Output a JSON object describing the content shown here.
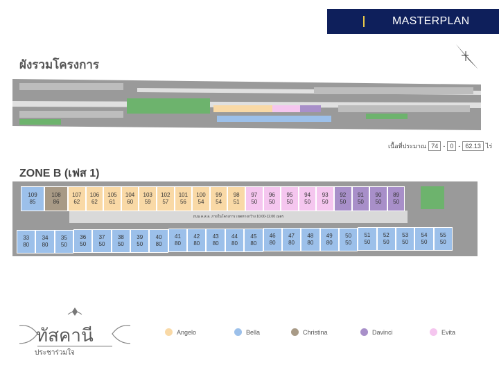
{
  "banner": {
    "title": "MASTERPLAN"
  },
  "overview_title": "ผังรวมโครงการ",
  "area": {
    "label": "เนื้อที่ประมาณ",
    "rai": "74",
    "ngan": "0",
    "wah": "62.13",
    "unit": "ไร่"
  },
  "zone_title": "ZONE B (เฟส 1)",
  "road_label": "ถนน ค.ส.ล. ภายในโครงการ เขตทางกว้าง 10.00-12.00 เมตร",
  "colors": {
    "Angelo": "#f9d9a6",
    "Bella": "#9cc0ea",
    "Christina": "#a89a86",
    "Davinci": "#a88fc9",
    "Evita": "#f5c6ef"
  },
  "top_lots": [
    {
      "no": "109",
      "size": "85",
      "type": "Bella"
    },
    {
      "no": "108",
      "size": "86",
      "type": "Christina"
    },
    {
      "no": "107",
      "size": "62",
      "type": "Angelo"
    },
    {
      "no": "106",
      "size": "62",
      "type": "Angelo"
    },
    {
      "no": "105",
      "size": "61",
      "type": "Angelo"
    },
    {
      "no": "104",
      "size": "60",
      "type": "Angelo"
    },
    {
      "no": "103",
      "size": "59",
      "type": "Angelo"
    },
    {
      "no": "102",
      "size": "57",
      "type": "Angelo"
    },
    {
      "no": "101",
      "size": "56",
      "type": "Angelo"
    },
    {
      "no": "100",
      "size": "54",
      "type": "Angelo"
    },
    {
      "no": "99",
      "size": "54",
      "type": "Angelo"
    },
    {
      "no": "98",
      "size": "51",
      "type": "Angelo"
    },
    {
      "no": "97",
      "size": "50",
      "type": "Evita"
    },
    {
      "no": "96",
      "size": "50",
      "type": "Evita"
    },
    {
      "no": "95",
      "size": "50",
      "type": "Evita"
    },
    {
      "no": "94",
      "size": "50",
      "type": "Evita"
    },
    {
      "no": "93",
      "size": "50",
      "type": "Evita"
    },
    {
      "no": "92",
      "size": "50",
      "type": "Davinci"
    },
    {
      "no": "91",
      "size": "50",
      "type": "Davinci"
    },
    {
      "no": "90",
      "size": "50",
      "type": "Davinci"
    },
    {
      "no": "89",
      "size": "50",
      "type": "Davinci"
    }
  ],
  "bottom_lots": [
    {
      "no": "33",
      "size": "80"
    },
    {
      "no": "34",
      "size": "80"
    },
    {
      "no": "35",
      "size": "50"
    },
    {
      "no": "36",
      "size": "50"
    },
    {
      "no": "37",
      "size": "50"
    },
    {
      "no": "38",
      "size": "50"
    },
    {
      "no": "39",
      "size": "50"
    },
    {
      "no": "40",
      "size": "80"
    },
    {
      "no": "41",
      "size": "80"
    },
    {
      "no": "42",
      "size": "80"
    },
    {
      "no": "43",
      "size": "80"
    },
    {
      "no": "44",
      "size": "80"
    },
    {
      "no": "45",
      "size": "80"
    },
    {
      "no": "46",
      "size": "80"
    },
    {
      "no": "47",
      "size": "80"
    },
    {
      "no": "48",
      "size": "80"
    },
    {
      "no": "49",
      "size": "80"
    },
    {
      "no": "50",
      "size": "50"
    },
    {
      "no": "51",
      "size": "50"
    },
    {
      "no": "52",
      "size": "50"
    },
    {
      "no": "53",
      "size": "50"
    },
    {
      "no": "54",
      "size": "50"
    },
    {
      "no": "55",
      "size": "50"
    }
  ],
  "legend": [
    {
      "name": "Angelo",
      "color": "#f9d9a6"
    },
    {
      "name": "Bella",
      "color": "#9cc0ea"
    },
    {
      "name": "Christina",
      "color": "#a89a86"
    },
    {
      "name": "Davinci",
      "color": "#a88fc9"
    },
    {
      "name": "Evita",
      "color": "#f5c6ef"
    }
  ],
  "logo": {
    "name": "ทัสคานี",
    "tagline": "ประชาร่วมใจ"
  }
}
